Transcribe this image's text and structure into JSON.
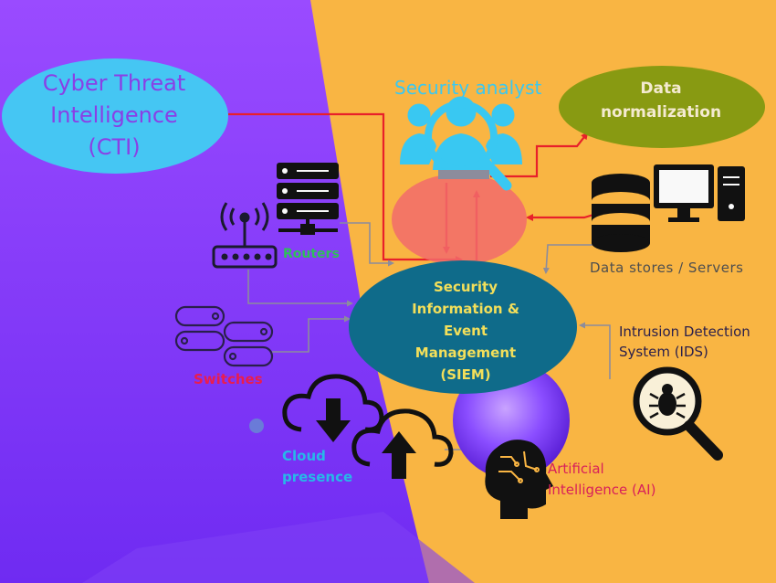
{
  "nodes": {
    "cti": {
      "line1": "Cyber Threat",
      "line2": "Intelligence",
      "line3": "(CTI)"
    },
    "security_analyst": {
      "label": "Security analyst"
    },
    "data_normalization": {
      "line1": "Data",
      "line2": "normalization"
    },
    "siem": {
      "line1": "Security",
      "line2": "Information &",
      "line3": "Event",
      "line4": "Management",
      "line5": "(SIEM)"
    },
    "routers": {
      "label": "Routers"
    },
    "data_stores": {
      "label": "Data stores / Servers"
    },
    "ids": {
      "line1": "Intrusion Detection",
      "line2": "System (IDS)"
    },
    "switches": {
      "label": "Switches"
    },
    "cloud": {
      "line1": "Cloud",
      "line2": "presence"
    },
    "ai": {
      "line1": "Artificial",
      "line2": "Intelligence (AI)"
    }
  },
  "colors": {
    "background_left": "#8a3dff",
    "background_right": "#f9b543",
    "cti_ellipse": "#45c6f3",
    "normalization_ellipse": "#889a12",
    "siem_ellipse": "#0f6b8a",
    "analyst_ellipse": "#f26b6b",
    "red_arrow": "#e8202a",
    "grey_connector": "#8c8c9c"
  },
  "icons": [
    "users-icon",
    "magnifier-icon",
    "server-rack-icon",
    "wifi-router-icon",
    "database-icon",
    "monitor-icon",
    "desktop-tower-icon",
    "network-switch-icon",
    "cloud-download-icon",
    "cloud-upload-icon",
    "ai-brain-head-icon",
    "bug-search-icon"
  ]
}
